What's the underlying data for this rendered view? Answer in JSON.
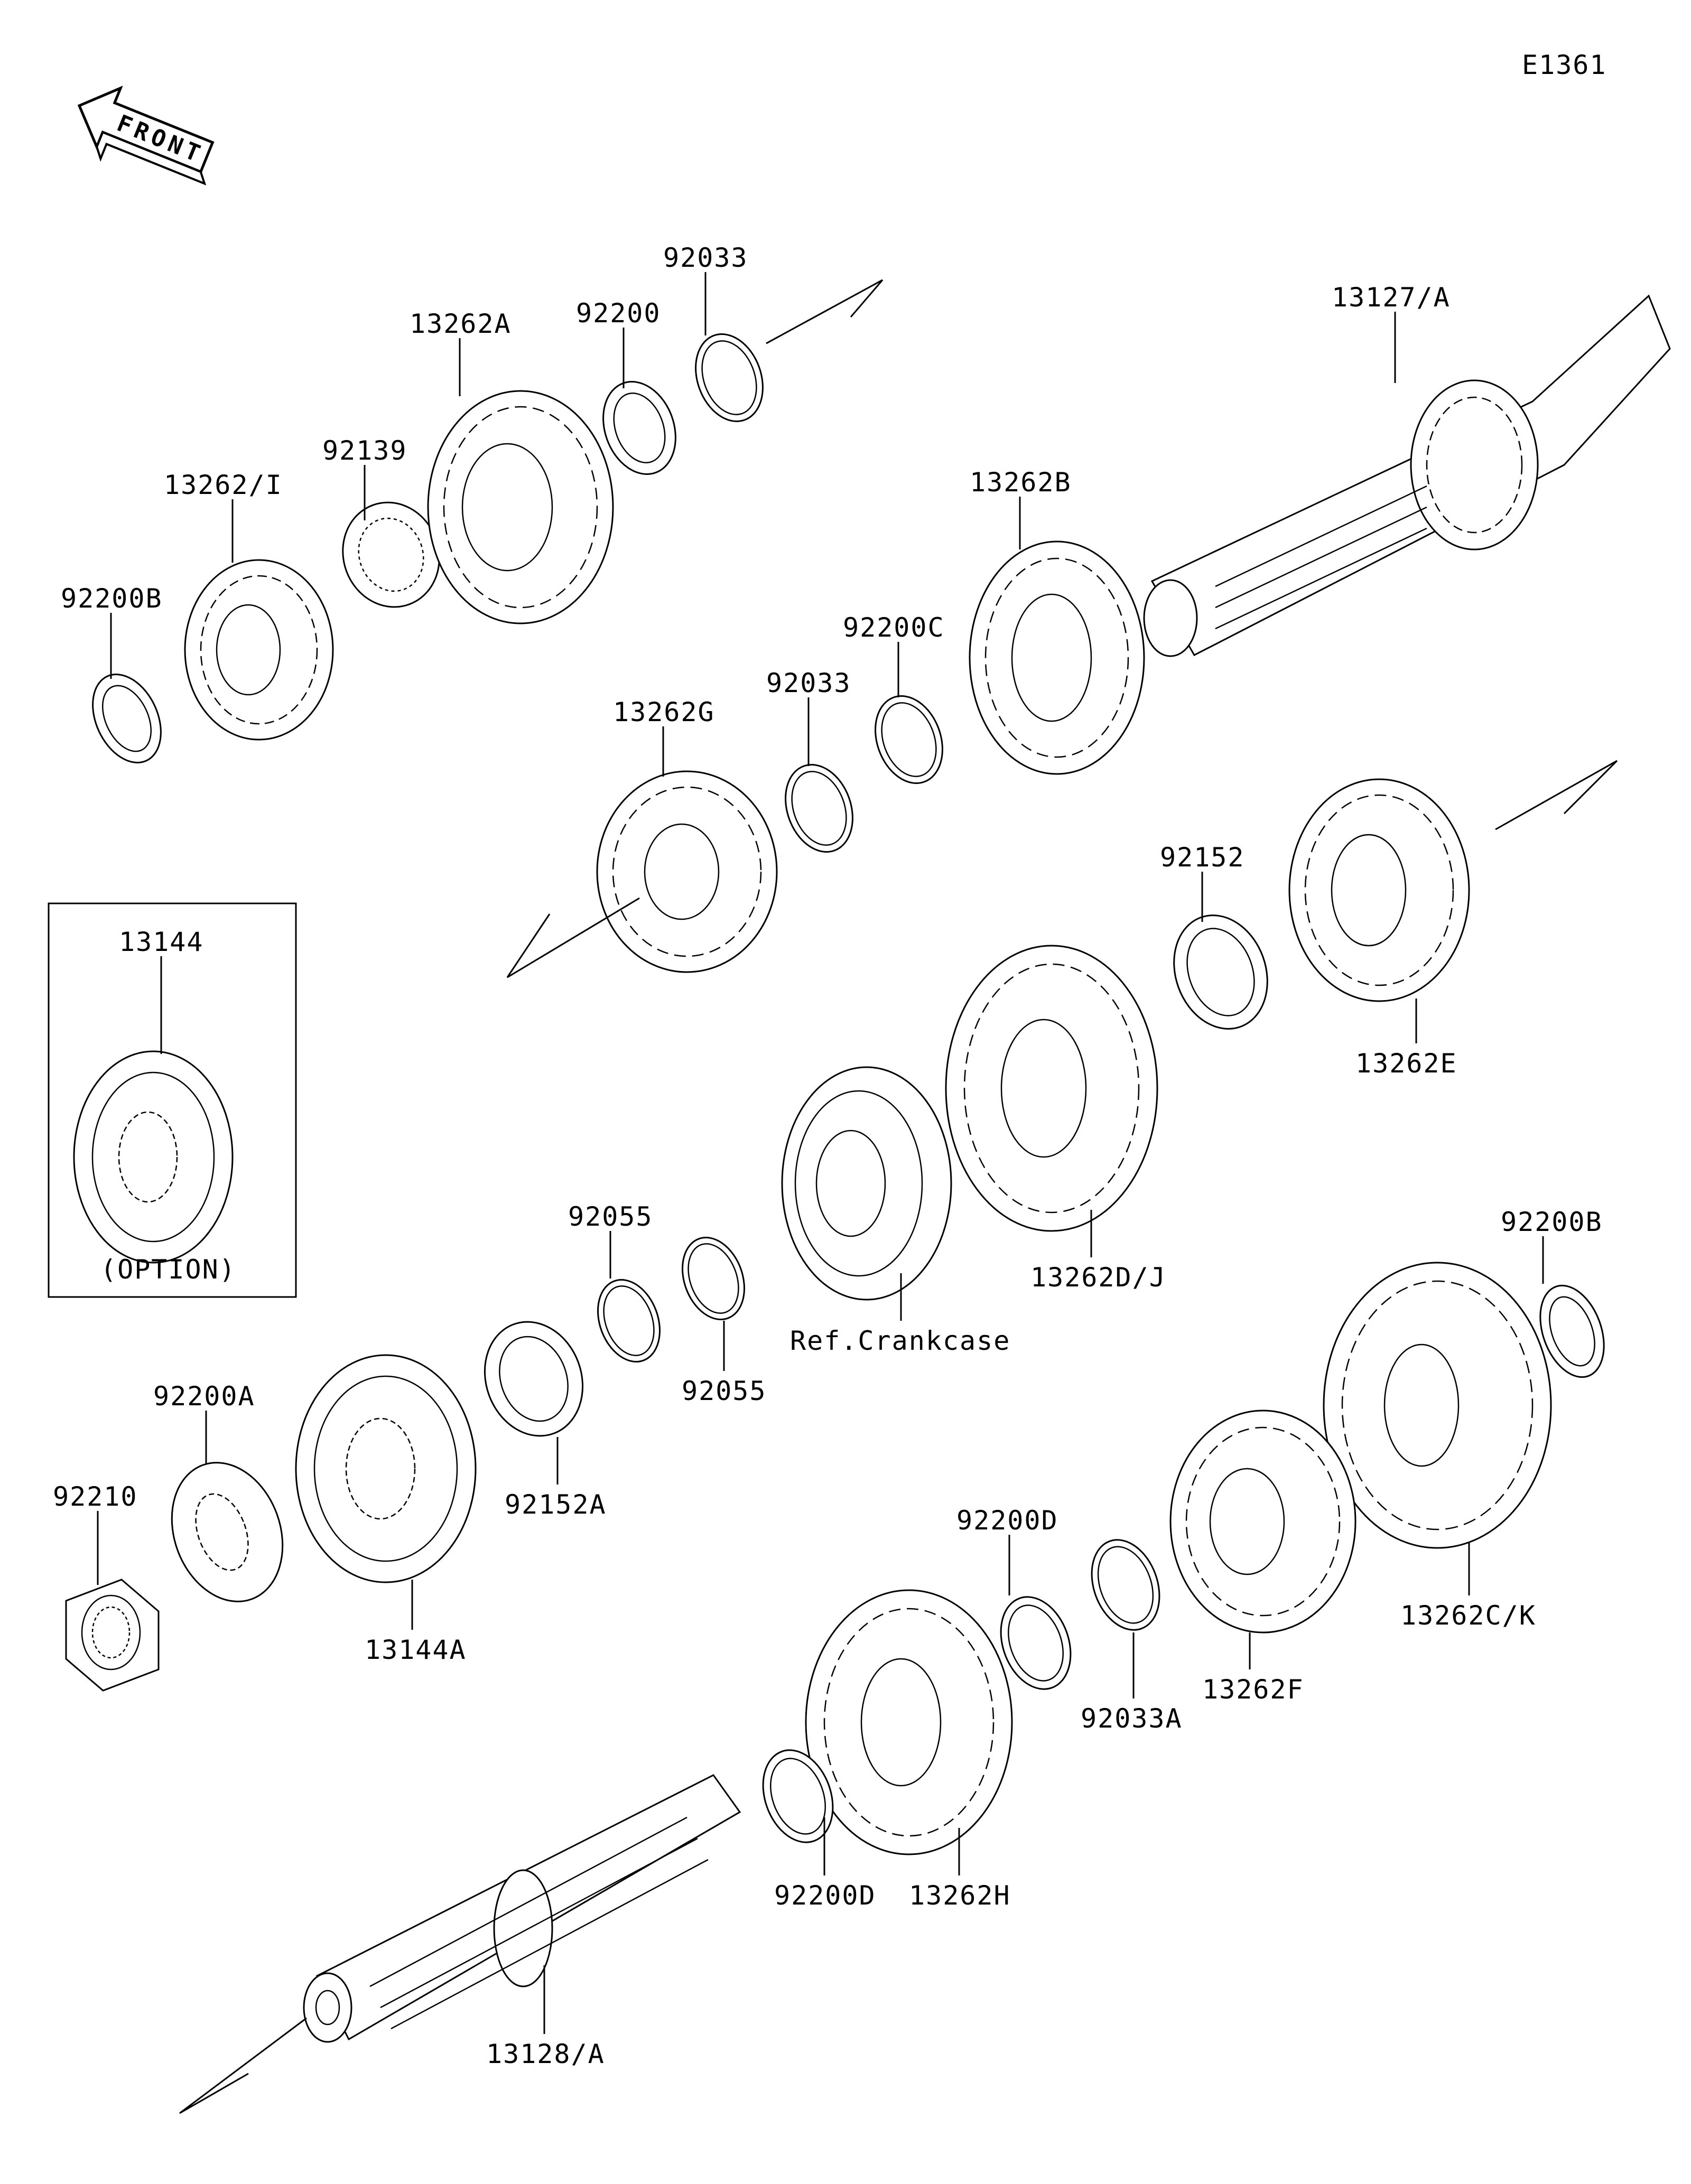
{
  "diagram_id": "E1361",
  "front_label": "FRONT",
  "option_label": "(OPTION)",
  "callouts": {
    "p92200B_a": "92200B",
    "p13262_I": "13262/I",
    "p92139": "92139",
    "p13262A": "13262A",
    "p92200": "92200",
    "p92033_a": "92033",
    "p13127_A": "13127/A",
    "p13262B": "13262B",
    "p92200C": "92200C",
    "p92033_b": "92033",
    "p13262G": "13262G",
    "p92152": "92152",
    "p13262E": "13262E",
    "p13144": "13144",
    "p92055_a": "92055",
    "p92055_b": "92055",
    "p13262D_J": "13262D/J",
    "ref_crankcase": "Ref.Crankcase",
    "p92200B_b": "92200B",
    "p92200A": "92200A",
    "p92210": "92210",
    "p92152A": "92152A",
    "p13144A": "13144A",
    "p92200D_a": "92200D",
    "p92033A": "92033A",
    "p13262F": "13262F",
    "p13262C_K": "13262C/K",
    "p92200D_b": "92200D",
    "p13262H": "13262H",
    "p13128_A": "13128/A"
  }
}
